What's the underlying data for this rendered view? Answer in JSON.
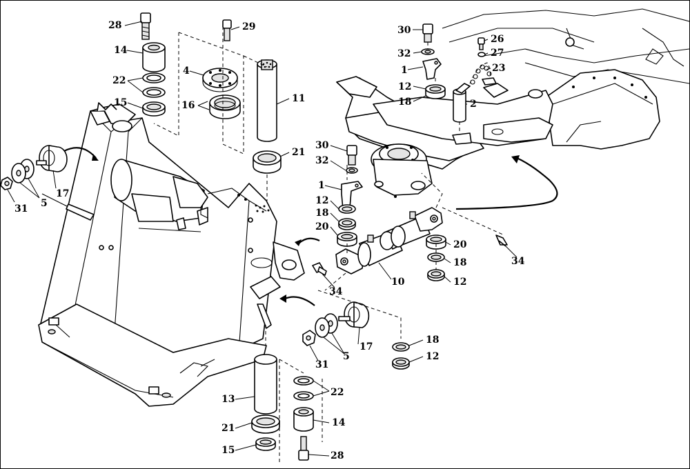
{
  "diagram": {
    "callouts": [
      {
        "id": "c28a",
        "label": "28"
      },
      {
        "id": "c29",
        "label": "29"
      },
      {
        "id": "c14a",
        "label": "14"
      },
      {
        "id": "c4",
        "label": "4"
      },
      {
        "id": "c22a",
        "label": "22"
      },
      {
        "id": "c16",
        "label": "16"
      },
      {
        "id": "c15a",
        "label": "15"
      },
      {
        "id": "c11",
        "label": "11"
      },
      {
        "id": "c21a",
        "label": "21"
      },
      {
        "id": "c17a",
        "label": "17"
      },
      {
        "id": "c5a",
        "label": "5"
      },
      {
        "id": "c31a",
        "label": "31"
      },
      {
        "id": "c30a",
        "label": "30"
      },
      {
        "id": "c32a",
        "label": "32"
      },
      {
        "id": "c1a",
        "label": "1"
      },
      {
        "id": "c12a",
        "label": "12"
      },
      {
        "id": "c18a",
        "label": "18"
      },
      {
        "id": "c26",
        "label": "26"
      },
      {
        "id": "c27",
        "label": "27"
      },
      {
        "id": "c23",
        "label": "23"
      },
      {
        "id": "c2",
        "label": "2"
      },
      {
        "id": "c30b",
        "label": "30"
      },
      {
        "id": "c32b",
        "label": "32"
      },
      {
        "id": "c1b",
        "label": "1"
      },
      {
        "id": "c12b",
        "label": "12"
      },
      {
        "id": "c18b",
        "label": "18"
      },
      {
        "id": "c20a",
        "label": "20"
      },
      {
        "id": "c20b",
        "label": "20"
      },
      {
        "id": "c18c",
        "label": "18"
      },
      {
        "id": "c12c",
        "label": "12"
      },
      {
        "id": "c10",
        "label": "10"
      },
      {
        "id": "c34a",
        "label": "34"
      },
      {
        "id": "c34b",
        "label": "34"
      },
      {
        "id": "c17b",
        "label": "17"
      },
      {
        "id": "c5b",
        "label": "5"
      },
      {
        "id": "c31b",
        "label": "31"
      },
      {
        "id": "c18d",
        "label": "18"
      },
      {
        "id": "c12d",
        "label": "12"
      },
      {
        "id": "c13",
        "label": "13"
      },
      {
        "id": "c22b",
        "label": "22"
      },
      {
        "id": "c21b",
        "label": "21"
      },
      {
        "id": "c14b",
        "label": "14"
      },
      {
        "id": "c15b",
        "label": "15"
      },
      {
        "id": "c28b",
        "label": "28"
      }
    ]
  }
}
